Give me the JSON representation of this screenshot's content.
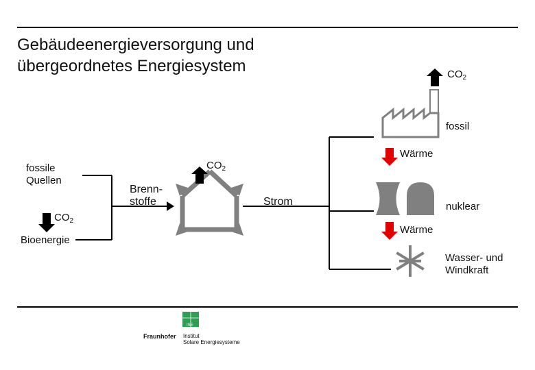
{
  "title_line1": "Gebäudeenergieversorgung und",
  "title_line2": "übergeordnetes Energiesystem",
  "labels": {
    "co2_base": "CO",
    "co2_sub": "2",
    "fossil": "fossil",
    "waerme": "Wärme",
    "nuklear": "nuklear",
    "wasser_wind_line1": "Wasser- und",
    "wasser_wind_line2": "Windkraft",
    "fossile_quellen_line1": "fossile",
    "fossile_quellen_line2": "Quellen",
    "bioenergie": "Bioenergie",
    "brennstoffe_line1": "Brenn-",
    "brennstoffe_line2": "stoffe",
    "strom": "Strom"
  },
  "logo": {
    "name": "Fraunhofer",
    "institut_line1": "Institut",
    "institut_line2": "Solare Energiesysteme",
    "badge": "ISE"
  },
  "colors": {
    "line": "#000000",
    "gray": "#808080",
    "heat_arrow": "#e00000",
    "logo_green": "#2e9e55"
  }
}
